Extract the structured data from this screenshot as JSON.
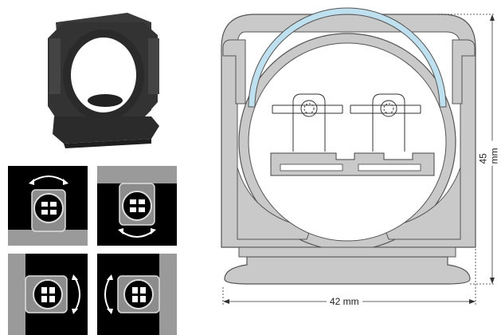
{
  "dimensions": {
    "height_label": "45 mm",
    "width_label": "42 mm"
  },
  "views": [
    {
      "name": "product-photo"
    },
    {
      "name": "orientation-top-arrow"
    },
    {
      "name": "orientation-bottom-arrow"
    },
    {
      "name": "orientation-right-arrow"
    },
    {
      "name": "orientation-left-arrow"
    }
  ],
  "colors": {
    "clip_gray": "#c9c9c9",
    "tube_blue": "#bfe0ef",
    "dark_bg": "#000000",
    "edge_gray": "#9a9a9a",
    "product_black": "#2e2e2e"
  },
  "icons": [
    "rotate-arrow-icon"
  ]
}
